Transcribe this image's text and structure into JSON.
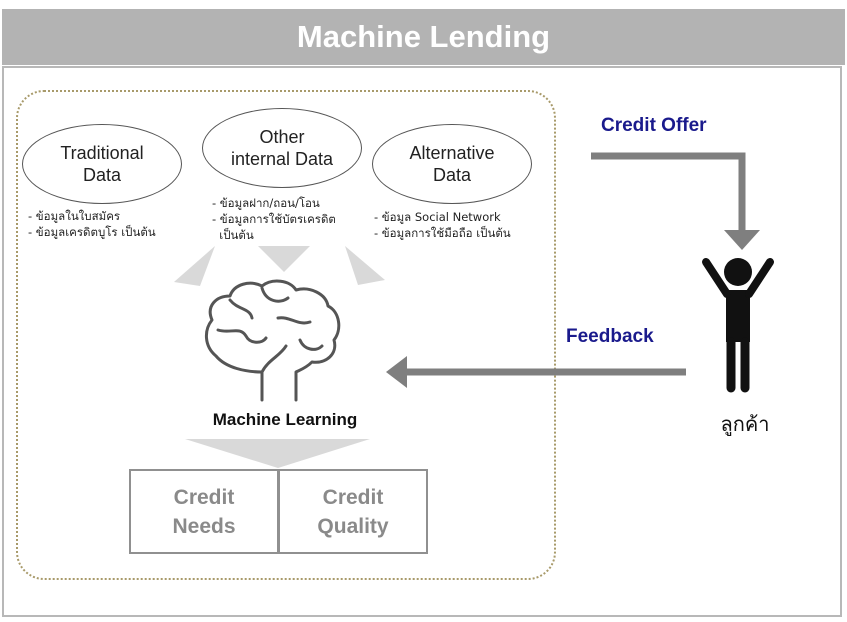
{
  "header": {
    "title": "Machine Lending"
  },
  "sources": [
    {
      "label_line1": "Traditional",
      "label_line2": "Data",
      "bullets": [
        "- ข้อมูลในใบสมัคร",
        "- ข้อมูลเครดิตบูโร   เป็นต้น"
      ]
    },
    {
      "label_line1": "Other",
      "label_line2": "internal Data",
      "bullets": [
        "- ข้อมูลฝาก/ถอน/โอน",
        "- ข้อมูลการใช้บัตรเครดิต",
        "  เป็นต้น"
      ]
    },
    {
      "label_line1": "Alternative",
      "label_line2": "Data",
      "bullets": [
        "- ข้อมูล Social Network",
        "- ข้อมูลการใช้มือถือ เป็นต้น"
      ]
    }
  ],
  "engine": {
    "label": "Machine Learning",
    "icon": "brain-icon"
  },
  "outputs": [
    {
      "line1": "Credit",
      "line2": "Needs"
    },
    {
      "line1": "Credit",
      "line2": "Quality"
    }
  ],
  "flows": {
    "offer_label": "Credit Offer",
    "feedback_label": "Feedback"
  },
  "customer": {
    "label": "ลูกค้า",
    "icon": "person-icon"
  },
  "colors": {
    "title_bar": "#b3b3b3",
    "arrow": "#7f7f7f",
    "flow_label": "#1a1a8c",
    "dotted_border": "#a89a6a",
    "output_text": "#8a8a8a"
  }
}
